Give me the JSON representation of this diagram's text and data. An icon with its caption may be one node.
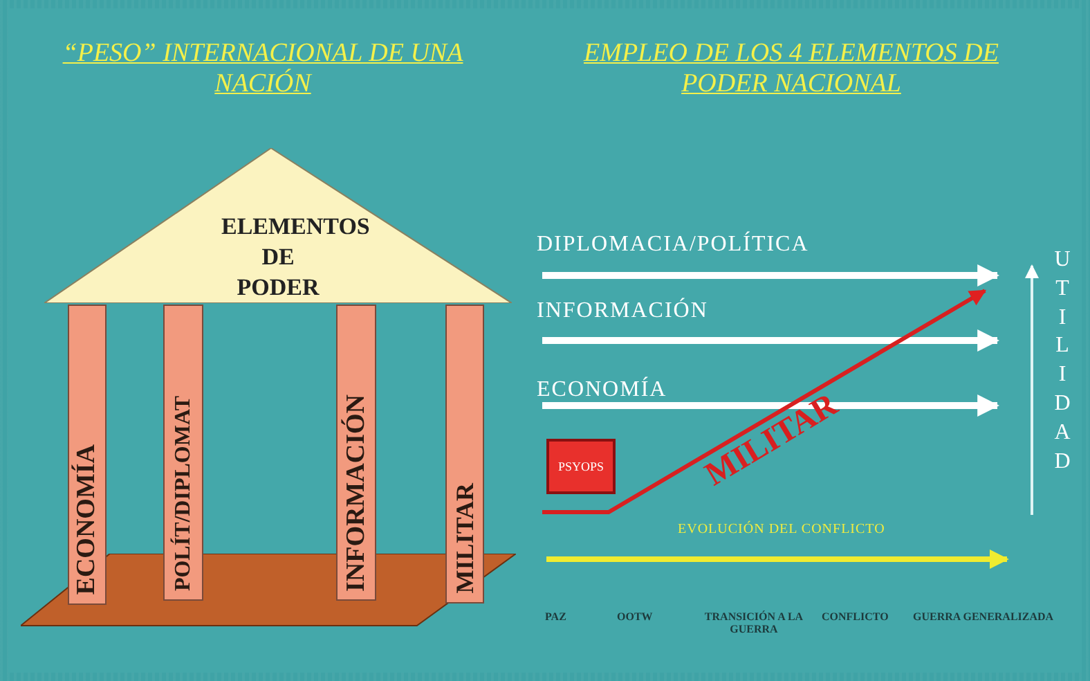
{
  "diagram": {
    "nodes": [
      {
        "text": [
          "ELEMENTOS DE PODER"
        ]
      },
      {
        "text": [
          "ECONOMÍA"
        ]
      },
      {
        "text": [
          "POLÍT/DIPLOMAT"
        ]
      },
      {
        "text": [
          "INFORMACIÓN"
        ]
      },
      {
        "text": [
          "MILITAR"
        ]
      },
      {
        "text": [
          "PSYOPS"
        ]
      },
      {
        "text": [],
        "shape": "box"
      }
    ],
    "labels": [
      "“PESO” INTERNACIONAL DE UNA NACIÓN",
      "EMPLEO DE LOS 4 ELEMENTOS DE PODER NACIONAL",
      "DIPLOMACIA/POLÍTICA",
      "INFORMACIÓN",
      "ECONOMÍA",
      "MILITAR",
      "UTILIDAD",
      "EVOLUCIÓN DEL CONFLICTO",
      "PAZ",
      "OOTW",
      "TRANSICIÓN A LA GUERRA",
      "CONFLICTO",
      "GUERRA GENERALIZADA"
    ]
  }
}
